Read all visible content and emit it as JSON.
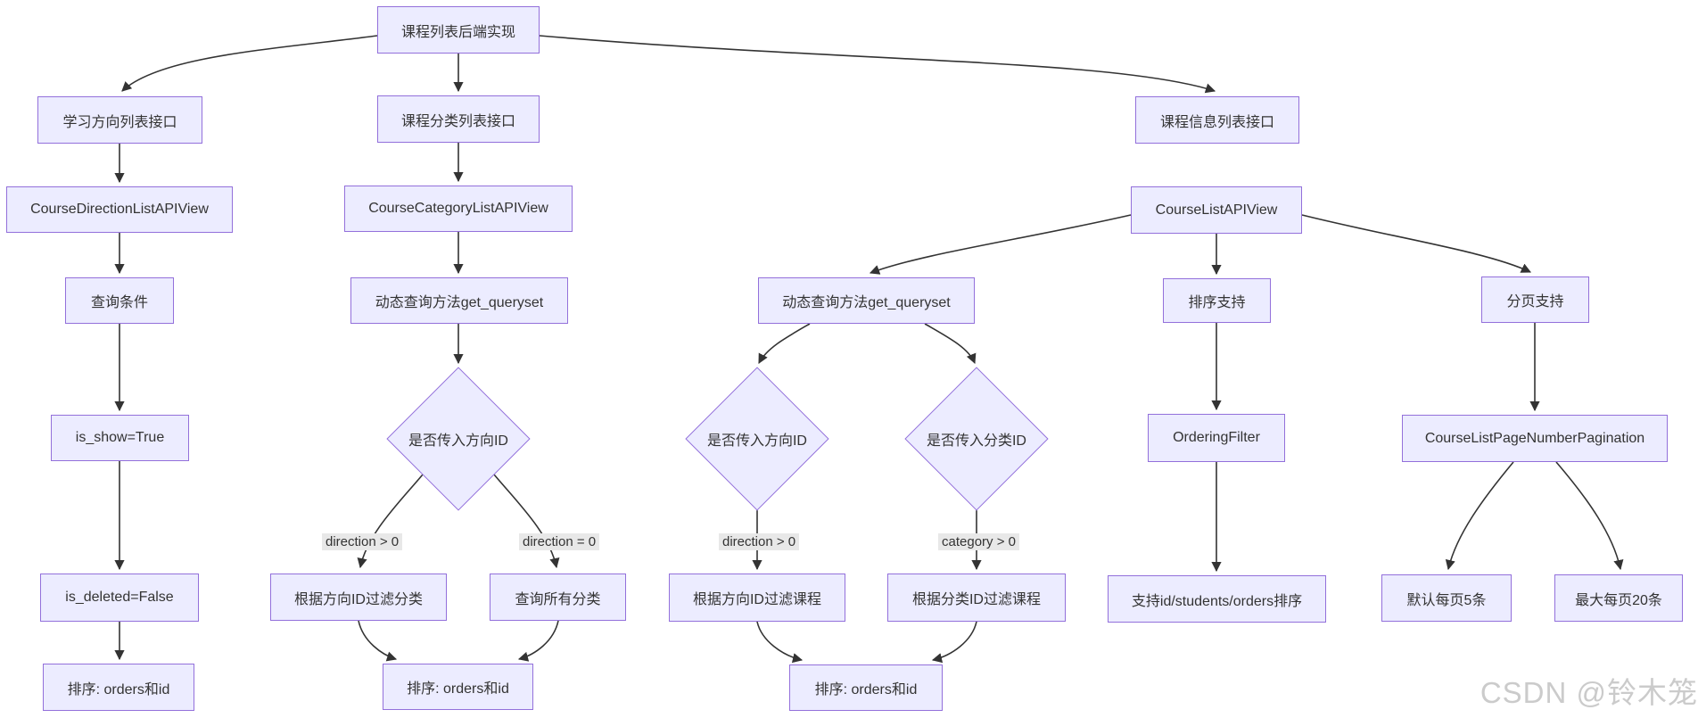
{
  "colors": {
    "node_fill": "#ECECFF",
    "node_border": "#9370DB",
    "edge": "#333333",
    "edge_label_bg": "#e8e8e8",
    "text": "#333333",
    "watermark": "#cbcbcb"
  },
  "root": {
    "label": "课程列表后端实现"
  },
  "direction_branch": {
    "interface": "学习方向列表接口",
    "view": "CourseDirectionListAPIView",
    "query_condition": "查询条件",
    "is_show": "is_show=True",
    "is_deleted": "is_deleted=False",
    "order": "排序: orders和id"
  },
  "category_branch": {
    "interface": "课程分类列表接口",
    "view": "CourseCategoryListAPIView",
    "get_queryset": "动态查询方法get_queryset",
    "decision": "是否传入方向ID",
    "label_direction_gt": "direction > 0",
    "label_direction_eq": "direction = 0",
    "filter_by_direction": "根据方向ID过滤分类",
    "all_categories": "查询所有分类",
    "order": "排序: orders和id"
  },
  "course_branch": {
    "interface": "课程信息列表接口",
    "view": "CourseListAPIView",
    "query": {
      "get_queryset": "动态查询方法get_queryset",
      "decision_direction": "是否传入方向ID",
      "decision_category": "是否传入分类ID",
      "label_direction_gt": "direction > 0",
      "label_category_gt": "category > 0",
      "filter_by_direction": "根据方向ID过滤课程",
      "filter_by_category": "根据分类ID过滤课程",
      "order": "排序: orders和id"
    },
    "ordering": {
      "support": "排序支持",
      "filter": "OrderingFilter",
      "fields": "支持id/students/orders排序"
    },
    "pagination": {
      "support": "分页支持",
      "class": "CourseListPageNumberPagination",
      "default_page": "默认每页5条",
      "max_page": "最大每页20条"
    }
  },
  "watermark": "CSDN @铃木笼"
}
